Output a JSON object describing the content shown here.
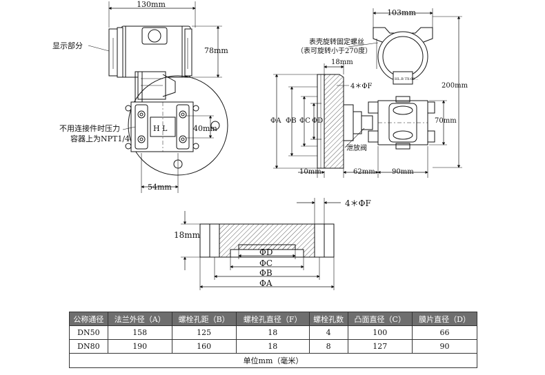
{
  "front_view": {
    "width_dim": "130mm",
    "height_dim": "78mm",
    "label_display": "显示部分",
    "label_hl": "H  L",
    "note_line1": "不用连接件时压力",
    "note_line2": "容器上为NPT1/4",
    "dim_40": "40mm",
    "dim_54": "54mm"
  },
  "side_view": {
    "width_dim": "103mm",
    "label_rotate_line1": "表壳旋转固定螺丝",
    "label_rotate_line2": "（表可旋转小于270度）",
    "dim_18": "18mm",
    "dim_holes": "4＊ΦF",
    "dim_phiA": "ΦA",
    "dim_phiB": "ΦB",
    "dim_phiC": "ΦC",
    "dim_phiD": "ΦD",
    "height_dim": "200mm",
    "dim_70": "70mm",
    "label_vent": "泄放阀",
    "dim_10": "10mm",
    "dim_62": "62mm",
    "dim_90": "90mm",
    "nameplate": "HL.B TX-69..."
  },
  "section_view": {
    "dim_holes": "4＊ΦF",
    "dim_18": "18mm",
    "dim_phiD": "ΦD",
    "dim_phiC": "ΦC",
    "dim_phiB": "ΦB",
    "dim_phiA": "ΦA"
  },
  "spec_table": {
    "headers": [
      "公称通径",
      "法兰外径（A）",
      "螺栓孔距（B）",
      "螺栓孔直径（F）",
      "螺栓孔数",
      "凸面直径（C）",
      "膜片直径（D）"
    ],
    "rows": [
      [
        "DN50",
        "158",
        "125",
        "18",
        "4",
        "100",
        "66"
      ],
      [
        "DN80",
        "190",
        "160",
        "18",
        "8",
        "127",
        "90"
      ]
    ],
    "unit_note": "单位mm（毫米）"
  }
}
